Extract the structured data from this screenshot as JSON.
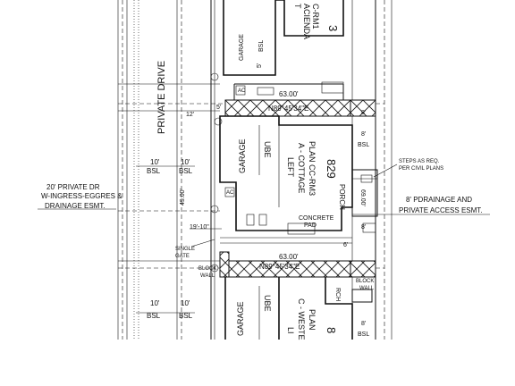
{
  "lot_829": {
    "number": "829",
    "plan": "PLAN CC-RM3",
    "elevation": "A - COTTAGE",
    "orientation": "LEFT",
    "porch": "PORCH",
    "garage": "GARAGE",
    "dim_69": "69.00'",
    "ube": "UBE"
  },
  "lot_upper": {
    "plan_fragment": "C-RM1",
    "elevation_fragment": "ACIENDA",
    "orientation_fragment": "T",
    "number_fragment": "3",
    "garage": "GARAGE",
    "bsl": "BSL",
    "dim_5": "5'"
  },
  "lot_lower": {
    "number_fragment": "8",
    "plan_fragment": "PLAN",
    "elevation_fragment": "C - WESTE",
    "orientation_fragment": "LI",
    "porch_fragment": "RCH",
    "garage": "GARAGE",
    "ube": "UBE"
  },
  "bearings": {
    "upper": "N89°45'34\"E",
    "lower": "N89°45'34\"E",
    "upper_length": "63.00'",
    "lower_length": "63.00'"
  },
  "labels": {
    "private_drive": "PRIVATE DRIVE",
    "private_dr_line1": "20' PRIVATE DR",
    "private_dr_line2": "W-INGRESS-EGGRES &",
    "private_dr_line3": "DRAINAGE ESMT.",
    "drainage_line1": "8' PDRAINAGE AND",
    "drainage_line2": "PRIVATE ACCESS ESMT.",
    "steps_line1": "STEPS AS REQ.",
    "steps_line2": "PER CIVIL PLANS",
    "concrete_line1": "CONCRETE",
    "concrete_line2": "PAD",
    "single_line1": "SINGLE",
    "single_line2": "GATE",
    "block_line1": "BLOCK",
    "block_line2": "WALL",
    "block2_line1": "BLOCK",
    "block2_line2": "WALL"
  },
  "dims": {
    "d10": "10'",
    "d8": "8'",
    "d5": "5'",
    "d12": "12'",
    "d6": "6'",
    "d49": "49.00'",
    "d19_10": "19'-10\"",
    "bsl": "BSL",
    "ac": "AC"
  }
}
